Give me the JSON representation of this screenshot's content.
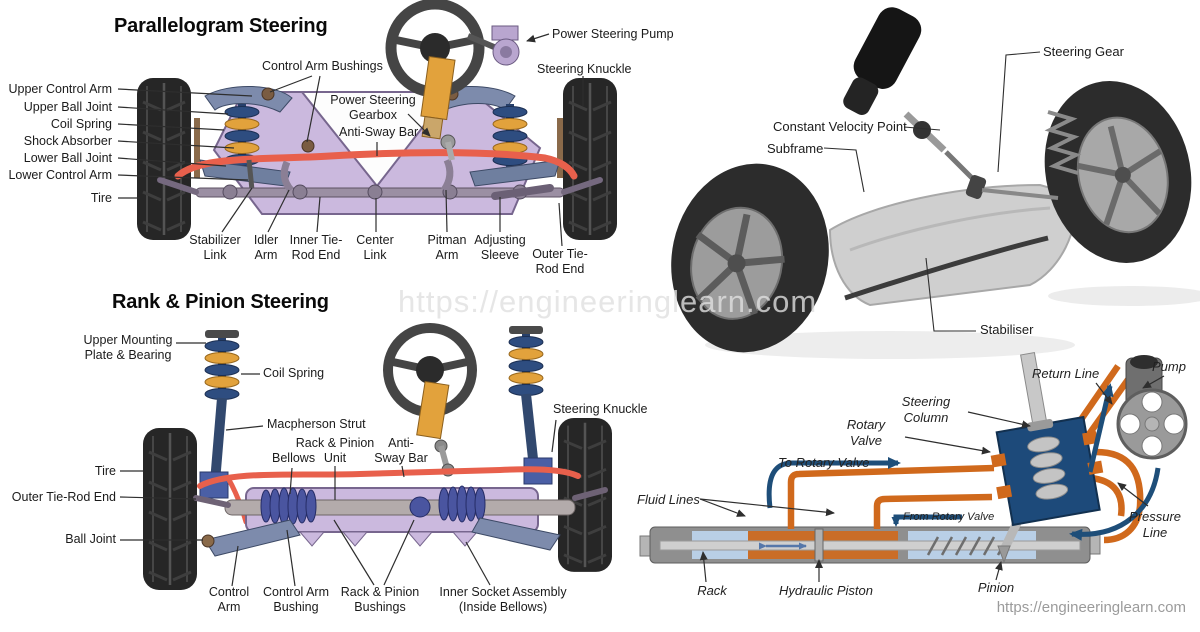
{
  "watermark": "https://engineeringlearn.com",
  "site_url": "https://engineeringlearn.com",
  "colors": {
    "sway_bar_red": "#e8604c",
    "subframe_purple": "#cbb9de",
    "spring_blue": "#2e4d80",
    "spring_gold": "#e2a23c",
    "column_orange": "#e2a23c",
    "fluid_line_orange": "#d0691c",
    "valve_blue": "#1d4a7a",
    "flow_arrow_blue": "#1e4e79",
    "rack_housing_blue": "#b9cfe6"
  },
  "p1": {
    "title": "Parallelogram Steering",
    "labels": {
      "power_steering_pump": "Power Steering Pump",
      "control_arm_bushings": "Control Arm Bushings",
      "steering_knuckle": "Steering Knuckle",
      "upper_control_arm": "Upper Control Arm",
      "upper_ball_joint": "Upper Ball Joint",
      "coil_spring": "Coil Spring",
      "shock_absorber": "Shock Absorber",
      "lower_ball_joint": "Lower Ball Joint",
      "lower_control_arm": "Lower Control Arm",
      "tire": "Tire",
      "power_steering_gearbox": "Power Steering\nGearbox",
      "anti_sway_bar": "Anti-Sway Bar",
      "stabilizer_link": "Stabilizer\nLink",
      "idler_arm": "Idler\nArm",
      "inner_tie_rod_end": "Inner Tie-\nRod End",
      "center_link": "Center\nLink",
      "pitman_arm": "Pitman\nArm",
      "adjusting_sleeve": "Adjusting\nSleeve",
      "outer_tie_rod_end": "Outer Tie-\nRod End"
    }
  },
  "p2": {
    "title": "Rank & Pinion Steering",
    "labels": {
      "upper_mounting": "Upper Mounting\nPlate & Bearing",
      "coil_spring": "Coil Spring",
      "macpherson_strut": "Macpherson Strut",
      "steering_knuckle": "Steering Knuckle",
      "rack_pinion_unit": "Rack & Pinion\nUnit",
      "bellows": "Bellows",
      "anti_sway_bar": "Anti-\nSway Bar",
      "tire": "Tire",
      "outer_tie_rod_end": "Outer Tie-Rod End",
      "ball_joint": "Ball Joint",
      "control_arm": "Control\nArm",
      "control_arm_bushing": "Control Arm\nBushing",
      "rack_pinion_bushings": "Rack & Pinion\nBushings",
      "inner_socket_assembly": "Inner Socket Assembly\n(Inside Bellows)"
    }
  },
  "p3": {
    "labels": {
      "steering_gear": "Steering Gear",
      "constant_velocity_point": "Constant Velocity Point",
      "subframe": "Subframe",
      "stabiliser": "Stabiliser"
    }
  },
  "p4": {
    "labels": {
      "return_line": "Return Line",
      "pump": "Pump",
      "steering_column": "Steering\nColumn",
      "rotary_valve": "Rotary\nValve",
      "to_rotary_valve": "To Rotary Valve",
      "fluid_lines": "Fluid Lines",
      "from_rotary_valve": "From Rotary Valve",
      "pressure_line": "Pressure\nLine",
      "rack": "Rack",
      "hydraulic_piston": "Hydraulic Piston",
      "pinion": "Pinion"
    }
  }
}
